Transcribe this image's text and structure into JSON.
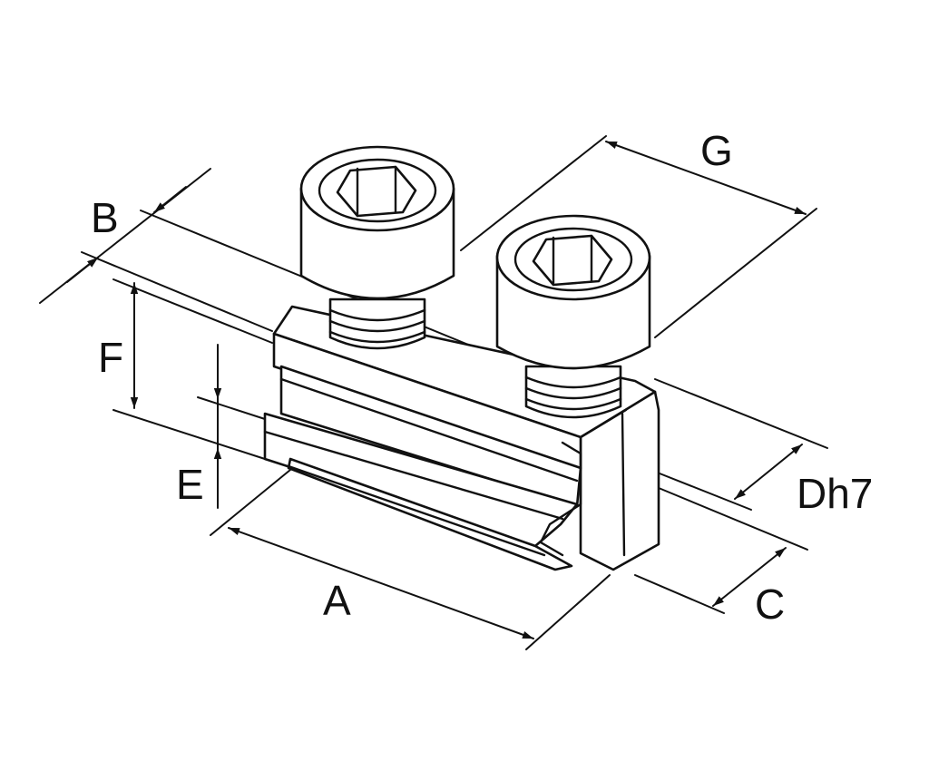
{
  "labels": {
    "a": "A",
    "b": "B",
    "c": "C",
    "d": "Dh7",
    "e": "E",
    "f": "F",
    "g": "G"
  },
  "colors": {
    "line": "#111111",
    "background": "#ffffff"
  }
}
